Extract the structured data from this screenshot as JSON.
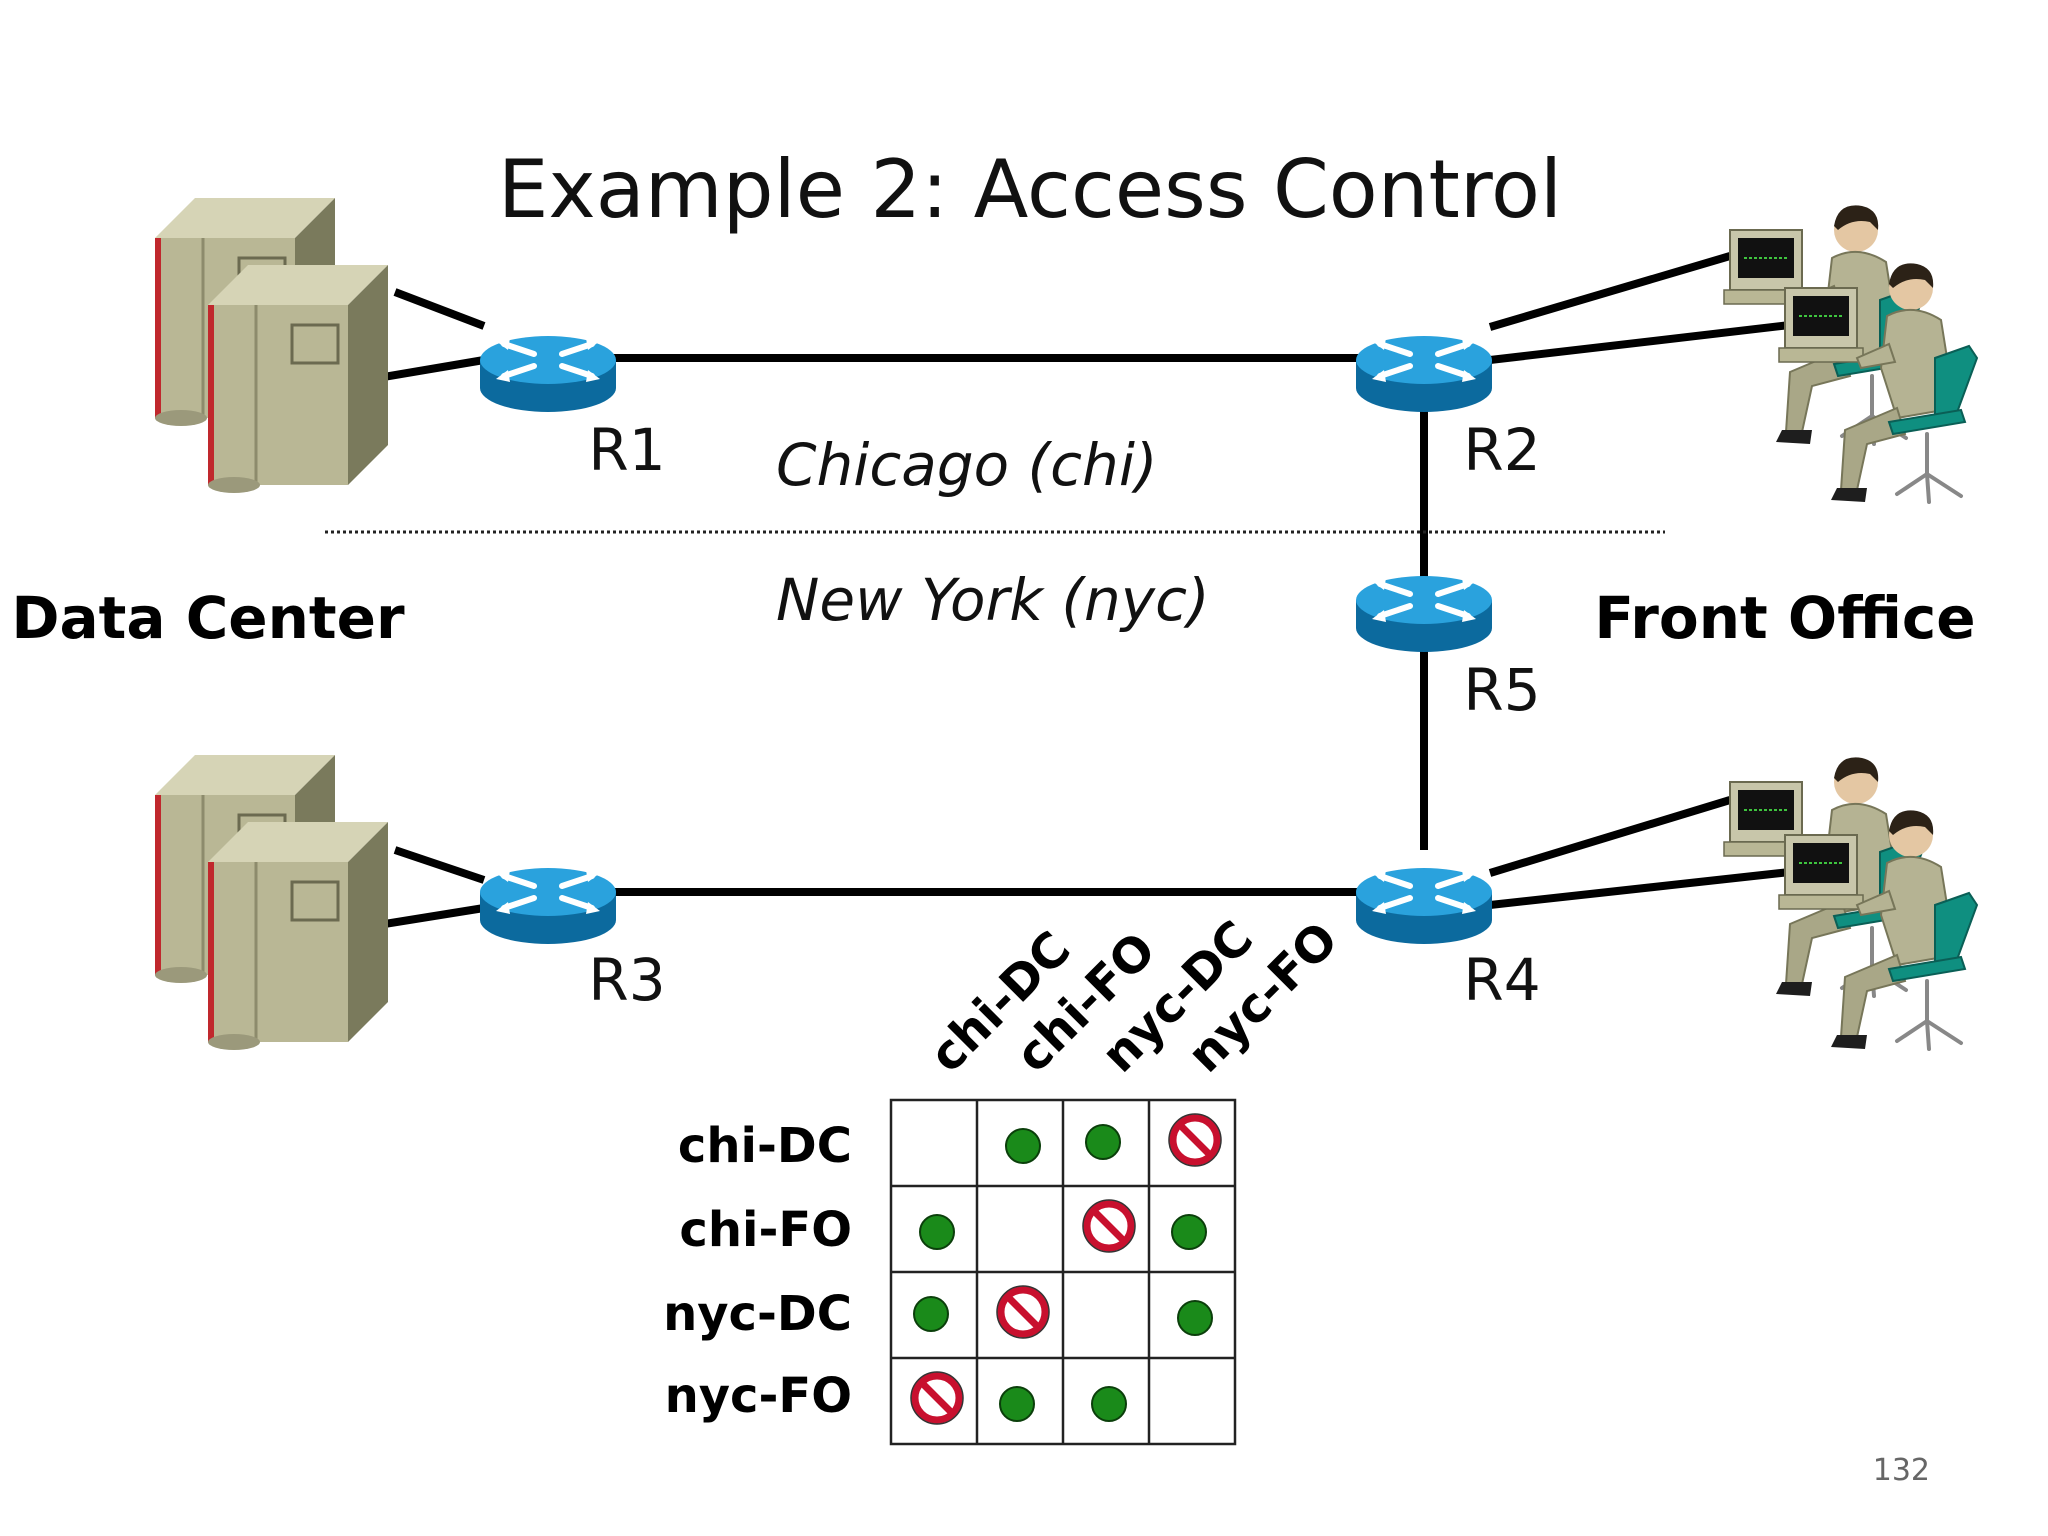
{
  "title": "Example 2: Access Control",
  "regions": {
    "chicago": "Chicago (chi)",
    "new_york": "New York (nyc)"
  },
  "sites": {
    "data_center": "Data Center",
    "front_office": "Front Office"
  },
  "routers": [
    "R1",
    "R2",
    "R3",
    "R4",
    "R5"
  ],
  "matrix": {
    "columns": [
      "chi-DC",
      "chi-FO",
      "nyc-DC",
      "nyc-FO"
    ],
    "rows": [
      "chi-DC",
      "chi-FO",
      "nyc-DC",
      "nyc-FO"
    ],
    "cells": [
      [
        "",
        "allow",
        "allow",
        "deny"
      ],
      [
        "allow",
        "",
        "deny",
        "allow"
      ],
      [
        "allow",
        "deny",
        "",
        "allow"
      ],
      [
        "deny",
        "allow",
        "allow",
        ""
      ]
    ]
  },
  "colors": {
    "allow": "#1a8a1a",
    "deny": "#c8102e",
    "router_top": "#1e9ad6",
    "router_side": "#0c6a9e",
    "server": "#b9b795",
    "server_dark": "#7a7a5c",
    "server_stripe": "#c0282d",
    "person_suit": "#b5b393",
    "chair": "#0f8f80"
  },
  "page_number": "132"
}
